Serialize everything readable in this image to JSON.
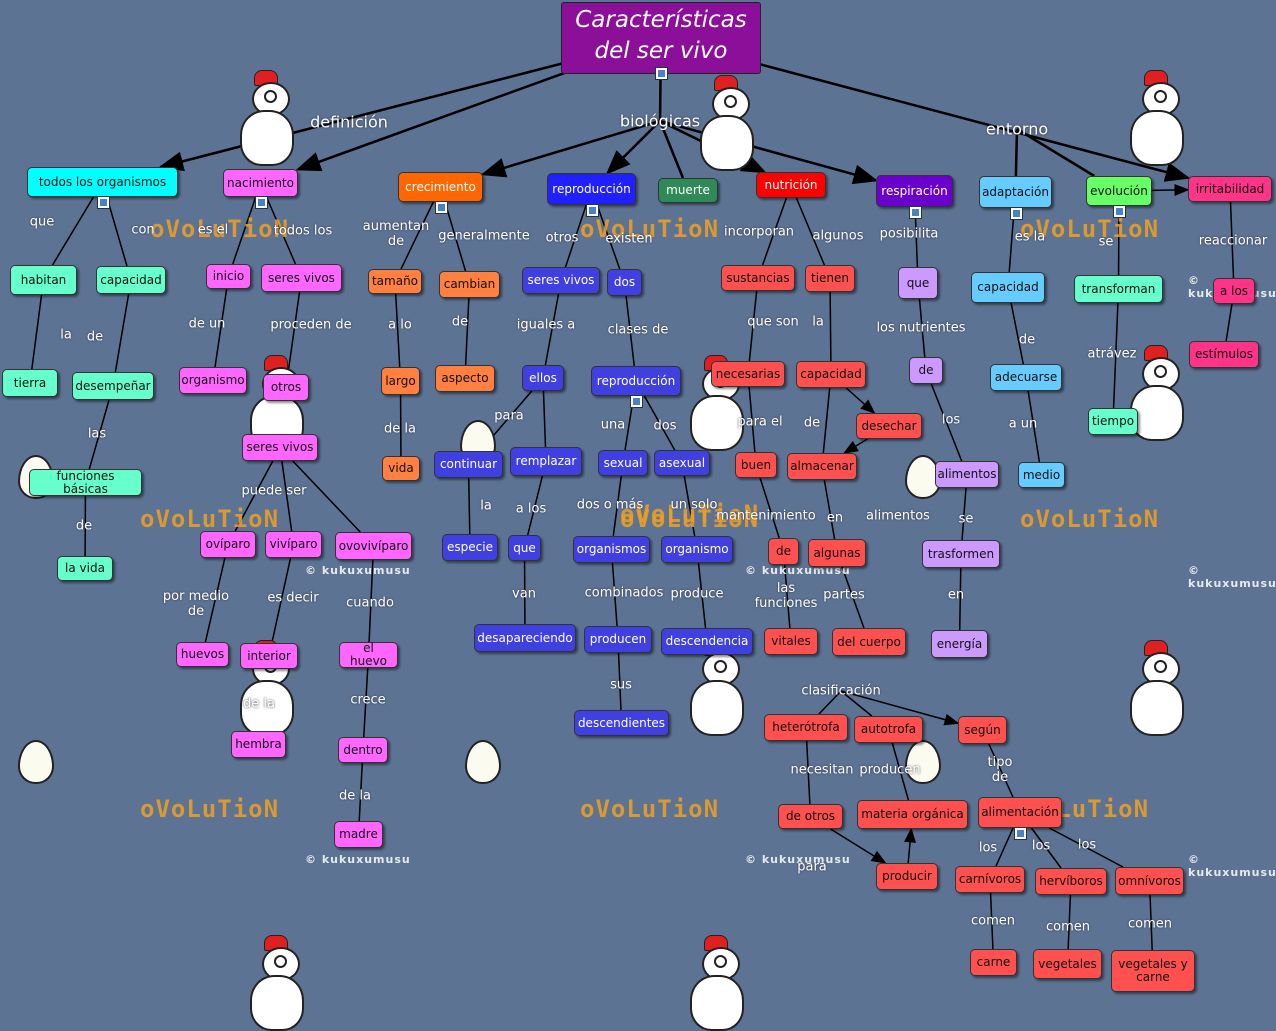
{
  "title": "Características\ndel ser vivo",
  "watermark": "© kukuxumusu",
  "evolution_text": "oVoLuTioN",
  "colors": {
    "cyan": "#00ffff",
    "magenta": "#ff66ff",
    "orange": "#ff8040",
    "darkorange": "#ff6600",
    "blue": "#4040e0",
    "brightblue": "#2020ff",
    "green": "#66ffcc",
    "red": "#ff5050",
    "brightred": "#ff0000",
    "purple": "#cc99ff",
    "violet": "#6a00cc",
    "sky": "#66ccff",
    "lime": "#66ff66",
    "pink": "#ff3388",
    "darkgreen": "#2e8b57",
    "title": "#8b0f98",
    "background": "#5c7393"
  },
  "nodes": {
    "todos_los_organismos": "todos los organismos",
    "nacimiento": "nacimiento",
    "crecimiento": "crecimiento",
    "reproduccion": "reproducción",
    "muerte": "muerte",
    "nutricion": "nutrición",
    "respiracion": "respiración",
    "adaptacion": "adaptación",
    "evolucion": "evolución",
    "irritabilidad": "irritabilidad",
    "habitan": "habitan",
    "capacidad1": "capacidad",
    "tierra": "tierra",
    "desempenar": "desempeñar",
    "funciones_basicas": "funciones básicas",
    "la_vida": "la vida",
    "inicio": "inicio",
    "seres_vivos1": "seres vivos",
    "organismo": "organismo",
    "otros1": "otros",
    "seres_vivos2": "seres vivos",
    "oviparo": "ovíparo",
    "viviparo": "vivíparo",
    "ovoviviparo": "ovovivíparo",
    "huevos": "huevos",
    "interior": "interior",
    "el_huevo": "el huevo",
    "hembra": "hembra",
    "dentro": "dentro",
    "madre": "madre",
    "tamano": "tamaño",
    "largo": "largo",
    "vida": "vida",
    "cambian": "cambian",
    "aspecto": "aspecto",
    "seres_vivos3": "seres vivos",
    "dos1": "dos",
    "ellos": "ellos",
    "reproduccion2": "reproducción",
    "continuar": "continuar",
    "remplazar": "remplazar",
    "sexual": "sexual",
    "asexual": "asexual",
    "especie": "especie",
    "que1": "que",
    "organismos": "organismos",
    "organismo2": "organismo",
    "desapareciendo": "desapareciendo",
    "producen": "producen",
    "descendencia": "descendencia",
    "descendientes": "descendientes",
    "sustancias": "sustancias",
    "tienen": "tienen",
    "necesarias": "necesarias",
    "capacidad2": "capacidad",
    "desechar": "desechar",
    "buen": "buen",
    "almacenar": "almacenar",
    "de_box": "de",
    "algunas": "algunas",
    "vitales": "vitales",
    "del_cuerpo": "del cuerpo",
    "heterotrofa": "heterótrofa",
    "autotrofa": "autotrofa",
    "segun": "según",
    "de_otros": "de otros",
    "materia_organica": "materia orgánica",
    "alimentacion": "alimentación",
    "producir": "producir",
    "carnivoros": "carnívoros",
    "herviboros": "hervíboros",
    "omnivoros": "omnívoros",
    "carne": "carne",
    "vegetales": "vegetales",
    "vegetales_carne": "vegetales y\ncarne",
    "que2": "que",
    "de2": "de",
    "alimentos": "alimentos",
    "trasformen": "trasformen",
    "energia": "energía",
    "capacidad3": "capacidad",
    "adecuarse": "adecuarse",
    "medio": "medio",
    "transforman": "transforman",
    "tiempo": "tiempo",
    "a_los": "a los",
    "estimulos": "estímulos"
  },
  "labels": {
    "definicion": "definición",
    "biologicas": "biológicas",
    "entorno": "entorno",
    "que": "que",
    "con": "con",
    "la": "la",
    "de": "de",
    "las": "las",
    "es_el": "es el",
    "todos_los": "todos los",
    "de_un": "de un",
    "proceden_de": "proceden de",
    "puede_ser": "puede ser",
    "por_medio_de": "por medio\nde",
    "es_decir": "es decir",
    "cuando": "cuando",
    "de_la1": "de la",
    "crece": "crece",
    "de_la2": "de la",
    "aumentan_de": "aumentan\nde",
    "a_lo": "a lo",
    "de_la3": "de la",
    "generalmente": "generalmente",
    "de2": "de",
    "otros": "otros",
    "existen": "existen",
    "iguales_a": "iguales a",
    "clases_de": "clases de",
    "para": "para",
    "una": "una",
    "dos": "dos",
    "la2": "la",
    "a_los": "a los",
    "dos_o_mas": "dos o más",
    "un_solo": "un solo",
    "van": "van",
    "combinados": "combinados",
    "produce": "produce",
    "sus": "sus",
    "incorporan": "incorporan",
    "algunos": "algunos",
    "que_son": "que son",
    "la3": "la",
    "para_el": "para el",
    "de3": "de",
    "mantenimiento": "mantenimiento",
    "en": "en",
    "alimentos": "alimentos",
    "las_funciones": "las\nfunciones",
    "partes": "partes",
    "clasificacion": "clasificación",
    "necesitan": "necesitan",
    "producen": "producen",
    "tipo_de": "tipo\nde",
    "para2": "para",
    "los1": "los",
    "los2": "los",
    "los3": "los",
    "comen1": "comen",
    "comen2": "comen",
    "comen3": "comen",
    "posibilita": "posibilita",
    "los_nutrientes": "los nutrientes",
    "los4": "los",
    "se1": "se",
    "en2": "en",
    "es_la": "es la",
    "de4": "de",
    "a_un": "a un",
    "se2": "se",
    "atraves": "atrávez",
    "reaccionar": "reaccionar"
  }
}
